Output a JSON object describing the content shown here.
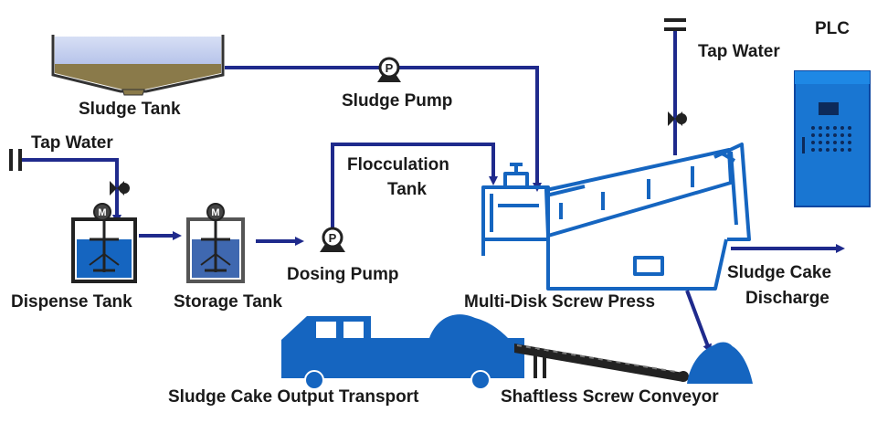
{
  "labels": {
    "sludge_tank": "Sludge Tank",
    "sludge_pump": "Sludge Pump",
    "tap_water_top": "Tap Water",
    "plc": "PLC",
    "tap_water_left": "Tap Water",
    "flocculation_1": "Flocculation",
    "flocculation_2": "Tank",
    "dispense_tank": "Dispense Tank",
    "storage_tank": "Storage Tank",
    "dosing_pump": "Dosing Pump",
    "screw_press": "Multi-Disk Screw Press",
    "cake_discharge_1": "Sludge Cake",
    "cake_discharge_2": "Discharge",
    "transport": "Sludge Cake Output Transport",
    "conveyor": "Shaftless Screw Conveyor"
  },
  "symbols": {
    "pump": "P",
    "mixer": "M"
  },
  "colors": {
    "pipe": "#1f2a8c",
    "equipment": "#1565c0",
    "plc_cabinet": "#1976d2",
    "sludge": "#8a7a4a",
    "text": "#1a1a1a"
  }
}
